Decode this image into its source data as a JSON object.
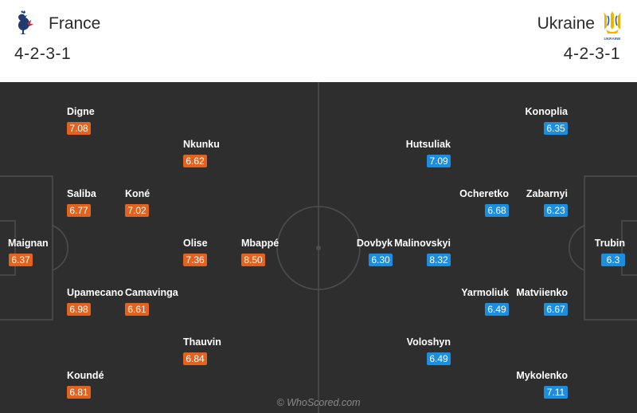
{
  "home": {
    "name": "France",
    "formation": "4-2-3-1",
    "logo_icon": "france-rooster-crest",
    "color": "#e2631f",
    "players": [
      {
        "name": "Digne",
        "rating": "7.08"
      },
      {
        "name": "Nkunku",
        "rating": "6.62"
      },
      {
        "name": "Saliba",
        "rating": "6.77"
      },
      {
        "name": "Koné",
        "rating": "7.02"
      },
      {
        "name": "Maignan",
        "rating": "6.37"
      },
      {
        "name": "Olise",
        "rating": "7.36"
      },
      {
        "name": "Mbappé",
        "rating": "8.50"
      },
      {
        "name": "Upamecano",
        "rating": "6.98"
      },
      {
        "name": "Camavinga",
        "rating": "6.61"
      },
      {
        "name": "Thauvin",
        "rating": "6.84"
      },
      {
        "name": "Koundé",
        "rating": "6.81"
      }
    ]
  },
  "away": {
    "name": "Ukraine",
    "formation": "4-2-3-1",
    "logo_icon": "ukraine-trident-crest",
    "logo_text": "UKRAINE",
    "color": "#1c8ee0",
    "players": [
      {
        "name": "Konoplia",
        "rating": "6.35"
      },
      {
        "name": "Hutsuliak",
        "rating": "7.09"
      },
      {
        "name": "Ocheretko",
        "rating": "6.68"
      },
      {
        "name": "Zabarnyi",
        "rating": "6.23"
      },
      {
        "name": "Dovbyk",
        "rating": "6.30"
      },
      {
        "name": "Malinovskyi",
        "rating": "8.32"
      },
      {
        "name": "Trubin",
        "rating": "6.3"
      },
      {
        "name": "Yarmoliuk",
        "rating": "6.49"
      },
      {
        "name": "Matviienko",
        "rating": "6.67"
      },
      {
        "name": "Voloshyn",
        "rating": "6.49"
      },
      {
        "name": "Mykolenko",
        "rating": "7.11"
      }
    ]
  },
  "watermark": "© WhoScored.com"
}
